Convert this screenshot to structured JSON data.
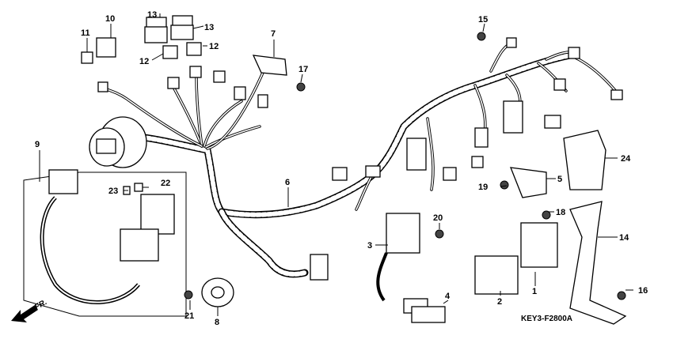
{
  "diagram": {
    "code": "KEY3-F2800A",
    "direction_label": "FR.",
    "callouts": [
      {
        "id": "1",
        "label": "1"
      },
      {
        "id": "2",
        "label": "2"
      },
      {
        "id": "3",
        "label": "3"
      },
      {
        "id": "4",
        "label": "4"
      },
      {
        "id": "5",
        "label": "5"
      },
      {
        "id": "6",
        "label": "6"
      },
      {
        "id": "7",
        "label": "7"
      },
      {
        "id": "8",
        "label": "8"
      },
      {
        "id": "9",
        "label": "9"
      },
      {
        "id": "10",
        "label": "10"
      },
      {
        "id": "11",
        "label": "11"
      },
      {
        "id": "12a",
        "label": "12"
      },
      {
        "id": "12b",
        "label": "12"
      },
      {
        "id": "13a",
        "label": "13"
      },
      {
        "id": "13b",
        "label": "13"
      },
      {
        "id": "14",
        "label": "14"
      },
      {
        "id": "15",
        "label": "15"
      },
      {
        "id": "16",
        "label": "16"
      },
      {
        "id": "17",
        "label": "17"
      },
      {
        "id": "18",
        "label": "18"
      },
      {
        "id": "19",
        "label": "19"
      },
      {
        "id": "20",
        "label": "20"
      },
      {
        "id": "21",
        "label": "21"
      },
      {
        "id": "22",
        "label": "22"
      },
      {
        "id": "23",
        "label": "23"
      },
      {
        "id": "24",
        "label": "24"
      }
    ]
  }
}
